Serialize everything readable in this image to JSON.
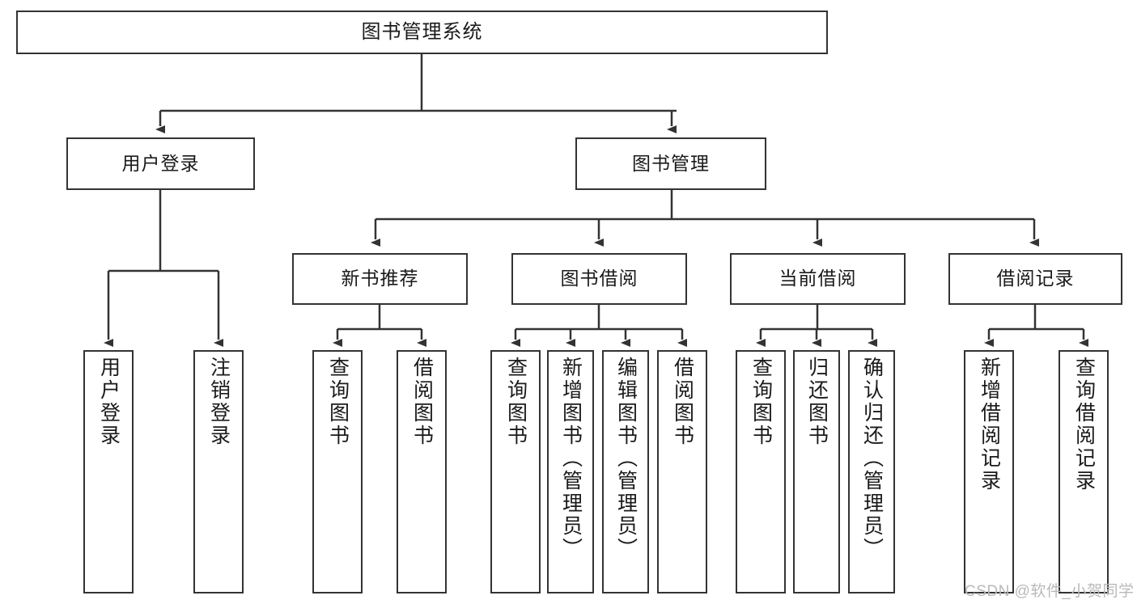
{
  "diagram": {
    "title": "图书管理系统",
    "watermark": "CSDN @软件_小贺同学",
    "stroke_color": "#333333",
    "background_color": "#ffffff",
    "text_color": "#1a1a1a",
    "watermark_color": "#b9b9b9"
  },
  "nodes": {
    "root": {
      "label": "图书管理系统"
    },
    "level2": [
      {
        "label": "用户登录"
      },
      {
        "label": "图书管理"
      }
    ],
    "level3": [
      {
        "label": "新书推荐"
      },
      {
        "label": "图书借阅"
      },
      {
        "label": "当前借阅"
      },
      {
        "label": "借阅记录"
      }
    ],
    "leaves": {
      "user_login": [
        {
          "label": "用户登录"
        },
        {
          "label": "注销登录"
        }
      ],
      "new_book": [
        {
          "label": "查询图书"
        },
        {
          "label": "借阅图书"
        }
      ],
      "book_borrow": [
        {
          "label": "查询图书"
        },
        {
          "label": "新增图书（管理员）"
        },
        {
          "label": "编辑图书（管理员）"
        },
        {
          "label": "借阅图书"
        }
      ],
      "current_borrow": [
        {
          "label": "查询图书"
        },
        {
          "label": "归还图书"
        },
        {
          "label": "确认归还（管理员）"
        }
      ],
      "borrow_record": [
        {
          "label": "新增借阅记录"
        },
        {
          "label": "查询借阅记录"
        }
      ]
    }
  }
}
